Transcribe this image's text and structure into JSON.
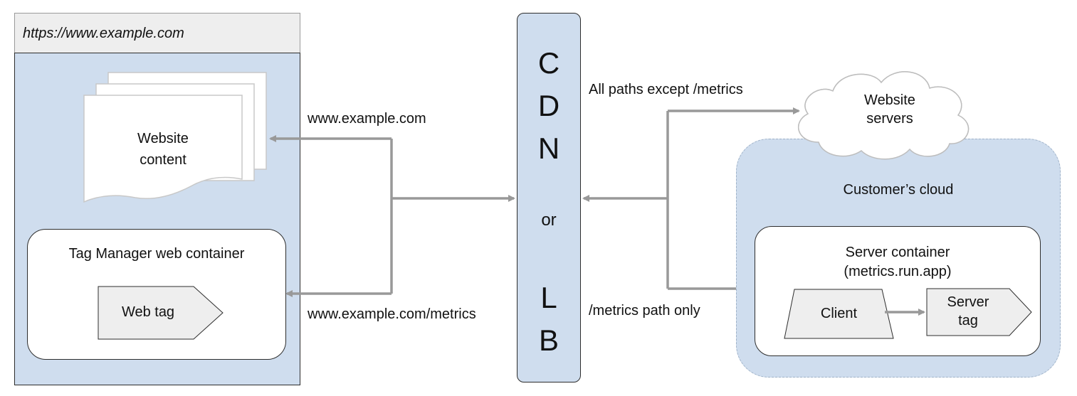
{
  "browser": {
    "url": "https://www.example.com",
    "website_content_label": "Website\ncontent",
    "web_container_label": "Tag Manager web container",
    "web_tag_label": "Web tag"
  },
  "routes_left": {
    "root_domain": "www.example.com",
    "metrics_path": "www.example.com/metrics"
  },
  "cdn": {
    "top_letters": [
      "C",
      "D",
      "N"
    ],
    "or_label": "or",
    "bottom_letters": [
      "L",
      "B"
    ]
  },
  "routes_right": {
    "all_paths_label": "All paths except /metrics",
    "metrics_only_label": "/metrics path only"
  },
  "website_servers_label": "Website\nservers",
  "customer_cloud": {
    "label": "Customer’s cloud",
    "server_container_label": "Server container",
    "server_container_host": "(metrics.run.app)",
    "client_label": "Client",
    "server_tag_label": "Server\ntag"
  },
  "colors": {
    "panel_blue": "#cfddee",
    "arrow_gray": "#999999",
    "shape_gray": "#eeeeee"
  }
}
